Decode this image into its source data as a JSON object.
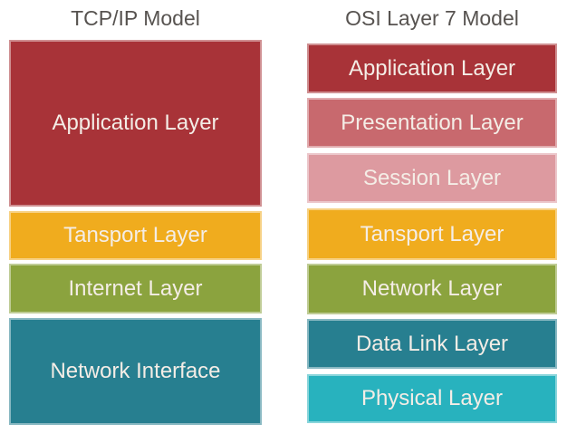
{
  "colors": {
    "background": "#FFFFFF",
    "title-gray": "#575350",
    "box-text": "#F4EDE6",
    "dark-red": "#A83338",
    "medium-red": "#C8696E",
    "pink": "#DD9AA0",
    "orange": "#F0AC1E",
    "green": "#8BA33E",
    "teal": "#277F90",
    "cyan": "#28B2BE"
  },
  "tcpip": {
    "title": "TCP/IP Model",
    "layers": [
      {
        "label": "Application Layer",
        "color": "#A83338"
      },
      {
        "label": "Tansport Layer",
        "color": "#F0AC1E"
      },
      {
        "label": "Internet Layer",
        "color": "#8BA33E"
      },
      {
        "label": "Network Interface",
        "color": "#277F90"
      }
    ]
  },
  "osi": {
    "title": "OSI Layer 7 Model",
    "layers": [
      {
        "label": "Application Layer",
        "color": "#A83338"
      },
      {
        "label": "Presentation Layer",
        "color": "#C8696E"
      },
      {
        "label": "Session Layer",
        "color": "#DD9AA0"
      },
      {
        "label": "Tansport Layer",
        "color": "#F0AC1E"
      },
      {
        "label": "Network Layer",
        "color": "#8BA33E"
      },
      {
        "label": "Data Link Layer",
        "color": "#277F90"
      },
      {
        "label": "Physical Layer",
        "color": "#28B2BE"
      }
    ]
  }
}
